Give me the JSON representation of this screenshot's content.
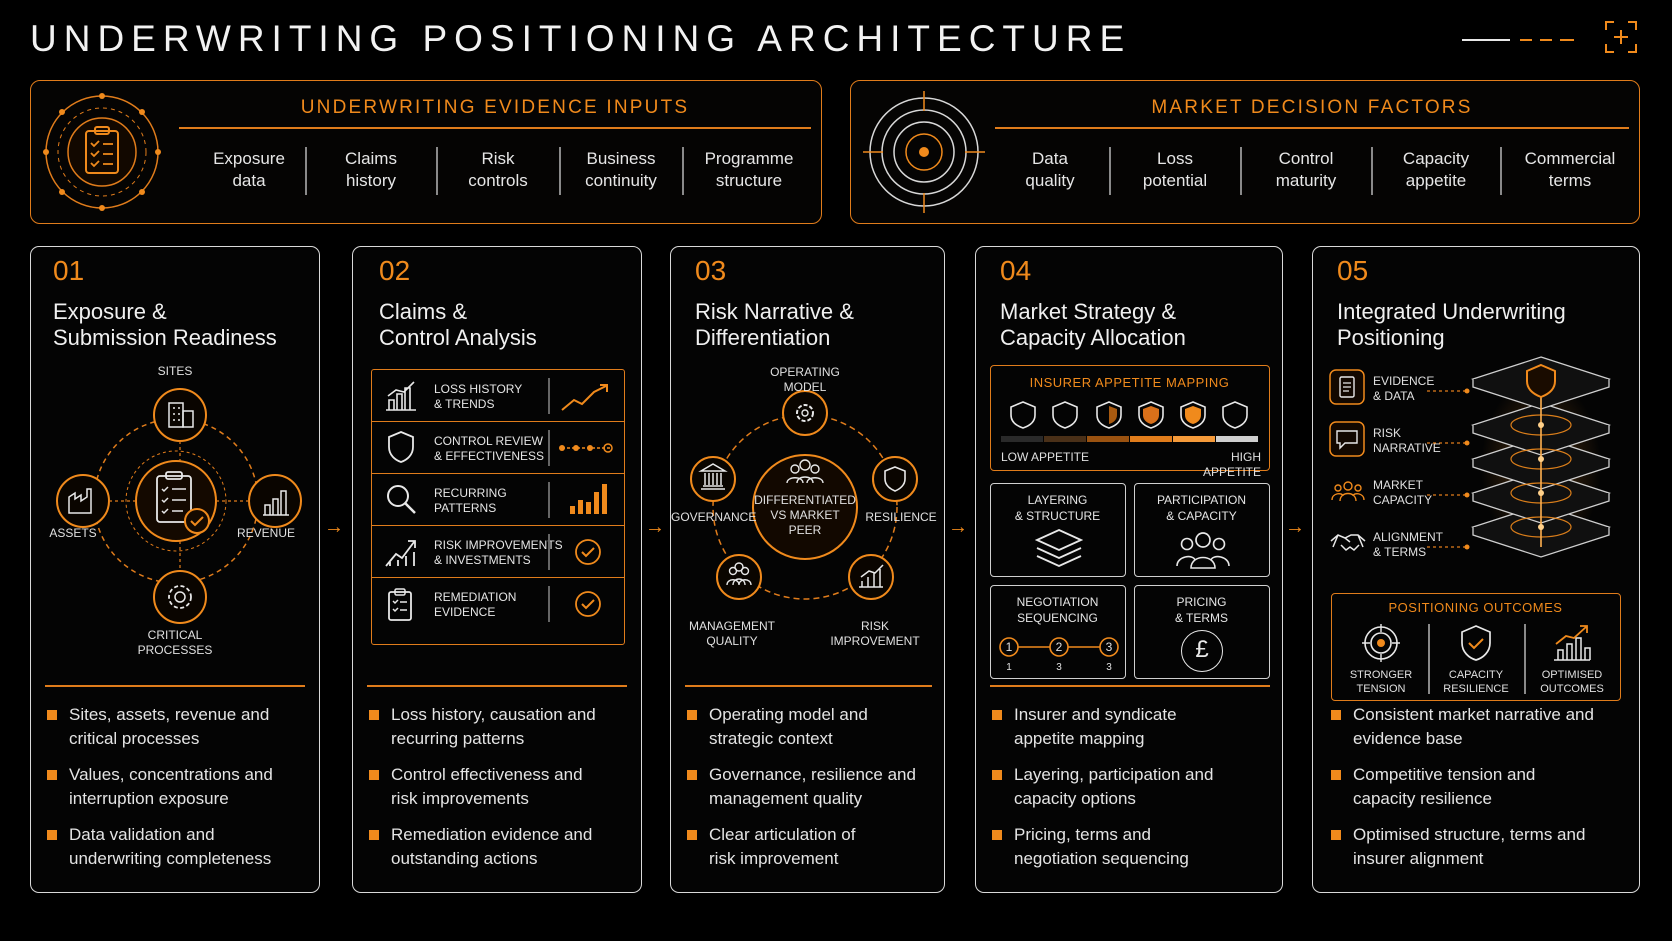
{
  "title": "UNDERWRITING POSITIONING ARCHITECTURE",
  "accent_color": "#f08a1c",
  "top_panels": {
    "evidence": {
      "title": "UNDERWRITING EVIDENCE INPUTS",
      "icon": "clipboard-checklist-icon",
      "items": [
        "Exposure\ndata",
        "Claims\nhistory",
        "Risk\ncontrols",
        "Business\ncontinuity",
        "Programme\nstructure"
      ]
    },
    "market": {
      "title": "MARKET DECISION FACTORS",
      "icon": "target-icon",
      "items": [
        "Data\nquality",
        "Loss\npotential",
        "Control\nmaturity",
        "Capacity\nappetite",
        "Commercial\nterms"
      ]
    }
  },
  "cards": [
    {
      "num": "01",
      "title": "Exposure &\nSubmission Readiness",
      "diagram": {
        "sites": "SITES",
        "assets": "ASSETS",
        "revenue": "REVENUE",
        "critical": "CRITICAL\nPROCESSES"
      },
      "bullets": [
        "Sites, assets, revenue and\ncritical processes",
        "Values, concentrations and\ninterruption exposure",
        "Data validation and\nunderwriting completeness"
      ]
    },
    {
      "num": "02",
      "title": "Claims &\nControl Analysis",
      "rows": [
        "LOSS HISTORY\n& TRENDS",
        "CONTROL REVIEW\n& EFFECTIVENESS",
        "RECURRING\nPATTERNS",
        "RISK IMPROVEMENTS\n& INVESTMENTS",
        "REMEDIATION\nEVIDENCE"
      ],
      "bullets": [
        "Loss history, causation and\nrecurring patterns",
        "Control effectiveness and\nrisk improvements",
        "Remediation evidence and\noutstanding actions"
      ]
    },
    {
      "num": "03",
      "title": "Risk Narrative &\nDifferentiation",
      "diagram": {
        "center": "DIFFERENTIATED\nVS MARKET\nPEER",
        "operating": "OPERATING\nMODEL",
        "governance": "GOVERNANCE",
        "resilience": "RESILIENCE",
        "management": "MANAGEMENT\nQUALITY",
        "risk": "RISK\nIMPROVEMENT"
      },
      "bullets": [
        "Operating model and\nstrategic context",
        "Governance, resilience and\nmanagement quality",
        "Clear articulation of\nrisk improvement"
      ]
    },
    {
      "num": "04",
      "title": "Market Strategy &\nCapacity Allocation",
      "appetite": {
        "title": "INSURER APPETITE MAPPING",
        "low": "LOW APPETITE",
        "high": "HIGH APPETITE"
      },
      "tiles": [
        "LAYERING\n& STRUCTURE",
        "PARTICIPATION\n& CAPACITY",
        "NEGOTIATION\nSEQUENCING",
        "PRICING\n& TERMS"
      ],
      "sequence": [
        "1",
        "2",
        "3"
      ],
      "sequence_below": [
        "1",
        "3",
        "3"
      ],
      "currency": "£",
      "bullets": [
        "Insurer and syndicate\nappetite mapping",
        "Layering, participation and\ncapacity options",
        "Pricing, terms and\nnegotiation sequencing"
      ]
    },
    {
      "num": "05",
      "title": "Integrated Underwriting\nPositioning",
      "stack_items": [
        "EVIDENCE\n& DATA",
        "RISK\nNARRATIVE",
        "MARKET\nCAPACITY",
        "ALIGNMENT\n& TERMS"
      ],
      "outcomes": {
        "title": "POSITIONING OUTCOMES",
        "items": [
          "STRONGER\nTENSION",
          "CAPACITY\nRESILIENCE",
          "OPTIMISED\nOUTCOMES"
        ]
      },
      "bullets": [
        "Consistent market narrative and\nevidence base",
        "Competitive tension and\ncapacity resilience",
        "Optimised structure, terms and\ninsurer alignment"
      ]
    }
  ]
}
